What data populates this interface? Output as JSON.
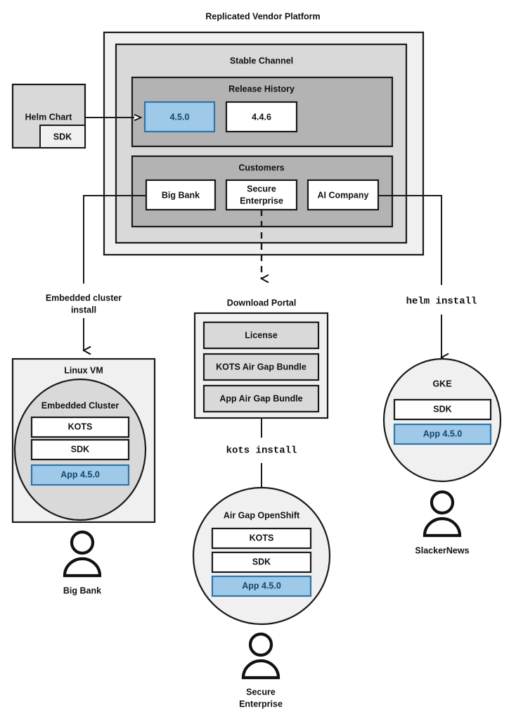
{
  "diagram": {
    "title": "Replicated Vendor Platform",
    "platform": {
      "channel_label": "Stable Channel",
      "release_history": {
        "label": "Release History",
        "releases": [
          {
            "version": "4.5.0",
            "highlighted": true
          },
          {
            "version": "4.4.6",
            "highlighted": false
          }
        ]
      },
      "customers": {
        "label": "Customers",
        "items": [
          "Big Bank",
          "Secure Enterprise",
          "AI Company"
        ]
      }
    },
    "source": {
      "label": "Helm Chart",
      "sub_label": "SDK"
    },
    "download_portal": {
      "label": "Download Portal",
      "artifacts": [
        "License",
        "KOTS Air Gap Bundle",
        "App Air Gap Bundle"
      ]
    },
    "edges": [
      {
        "name": "embedded-cluster-install",
        "label": "Embedded cluster install",
        "style": "solid"
      },
      {
        "name": "kots-install",
        "label": "kots install",
        "style": "solid",
        "mono": true
      },
      {
        "name": "helm-install",
        "label": "helm install",
        "style": "solid",
        "mono": true
      },
      {
        "name": "portal-access",
        "label": "",
        "style": "dashed"
      }
    ],
    "targets": [
      {
        "name": "linux-vm",
        "label": "Linux VM",
        "shape": "rect",
        "inner_label": "Embedded Cluster",
        "components": [
          {
            "label": "KOTS",
            "highlighted": false
          },
          {
            "label": "SDK",
            "highlighted": false
          },
          {
            "label": "App 4.5.0",
            "highlighted": true
          }
        ],
        "actor": "Big Bank"
      },
      {
        "name": "air-gap-openshift",
        "label": "Air Gap OpenShift",
        "shape": "ellipse",
        "components": [
          {
            "label": "KOTS",
            "highlighted": false
          },
          {
            "label": "SDK",
            "highlighted": false
          },
          {
            "label": "App 4.5.0",
            "highlighted": true
          }
        ],
        "actor": "Secure Enterprise",
        "actor_line2": "Enterprise"
      },
      {
        "name": "gke",
        "label": "GKE",
        "shape": "ellipse",
        "components": [
          {
            "label": "SDK",
            "highlighted": false
          },
          {
            "label": "App 4.5.0",
            "highlighted": true
          }
        ],
        "actor": "SlackerNews"
      }
    ],
    "actors": [
      "Big Bank",
      "Secure",
      "Enterprise",
      "SlackerNews"
    ],
    "colors": {
      "accent_fill": "#9ec9e8",
      "accent_stroke": "#2e75a8",
      "accent_text": "#13456b",
      "outer_fill": "#f0f0f0",
      "mid_fill": "#d9d9d9",
      "inner_fill": "#b3b3b3",
      "stroke": "#1a1a1a"
    }
  }
}
